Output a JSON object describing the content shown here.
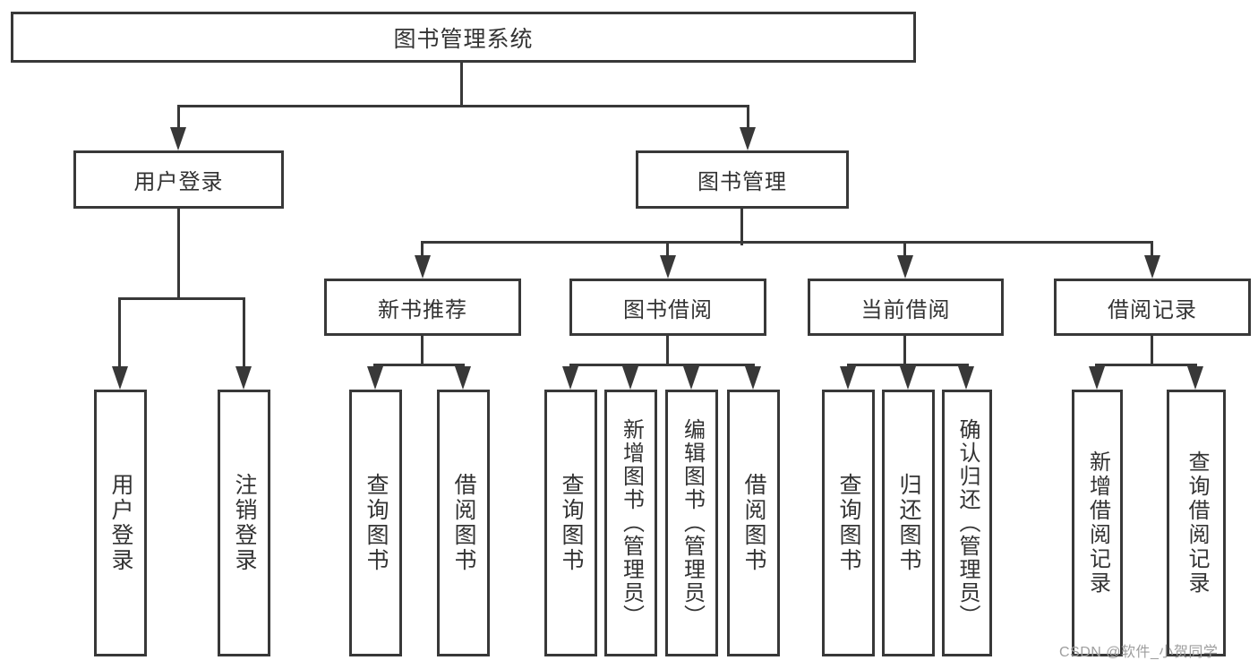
{
  "title": "图书管理系统",
  "colors": {
    "line": "#383838",
    "text": "#333333",
    "box_fill": "#ffffff",
    "watermark": "#9e9e9e",
    "background": "#ffffff"
  },
  "tree": {
    "label": "图书管理系统",
    "children": [
      {
        "label": "用户登录",
        "children": [
          {
            "label": "用户登录"
          },
          {
            "label": "注销登录"
          }
        ]
      },
      {
        "label": "图书管理",
        "children": [
          {
            "label": "新书推荐",
            "children": [
              {
                "label": "查询图书"
              },
              {
                "label": "借阅图书"
              }
            ]
          },
          {
            "label": "图书借阅",
            "children": [
              {
                "label": "查询图书"
              },
              {
                "label": "新增图书（管理员）"
              },
              {
                "label": "编辑图书（管理员）"
              },
              {
                "label": "借阅图书"
              }
            ]
          },
          {
            "label": "当前借阅",
            "children": [
              {
                "label": "查询图书"
              },
              {
                "label": "归还图书"
              },
              {
                "label": "确认归还（管理员）"
              }
            ]
          },
          {
            "label": "借阅记录",
            "children": [
              {
                "label": "新增借阅记录"
              },
              {
                "label": "查询借阅记录"
              }
            ]
          }
        ]
      }
    ]
  },
  "watermark": {
    "text": "CSDN @软件_小贺同学"
  }
}
